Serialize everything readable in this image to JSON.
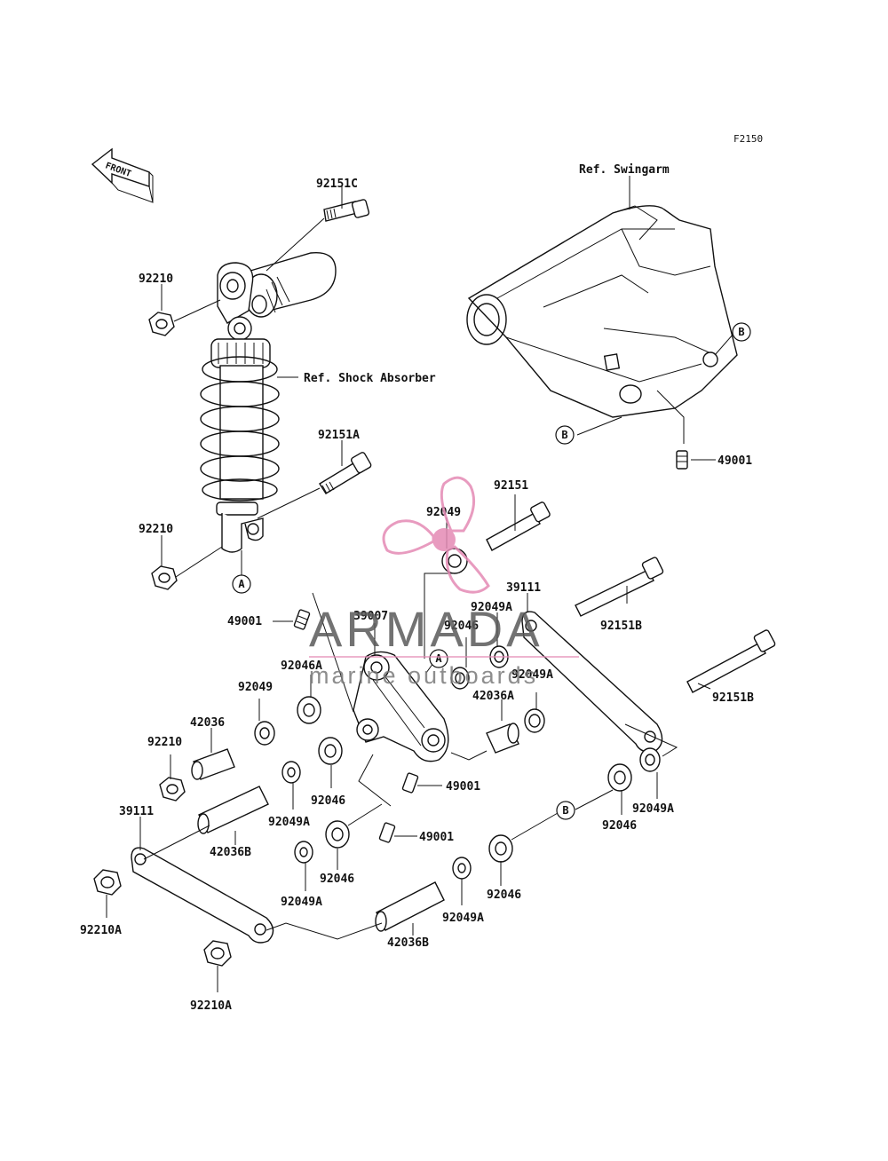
{
  "figure_code": "F2150",
  "front_label": "FRONT",
  "references": {
    "swingarm": "Ref. Swingarm",
    "shock_absorber": "Ref. Shock Absorber"
  },
  "watermark": {
    "brand": "ARMADA",
    "tagline": "marine outboards",
    "color": "#e48ab5"
  },
  "markers": {
    "a": "A",
    "b": "B"
  },
  "part_labels": [
    "92151C",
    "92210",
    "92151A",
    "92210",
    "49001",
    "92151",
    "92049",
    "39111",
    "92049A",
    "92046",
    "39007",
    "92151B",
    "92046A",
    "92049A",
    "92151B",
    "92049",
    "42036A",
    "42036",
    "92210",
    "49001",
    "92046",
    "92049A",
    "42036B",
    "49001",
    "39111",
    "92049A",
    "92046",
    "92046",
    "92049A",
    "92046",
    "92210A",
    "92049A",
    "42036B",
    "92210A",
    "49001"
  ]
}
